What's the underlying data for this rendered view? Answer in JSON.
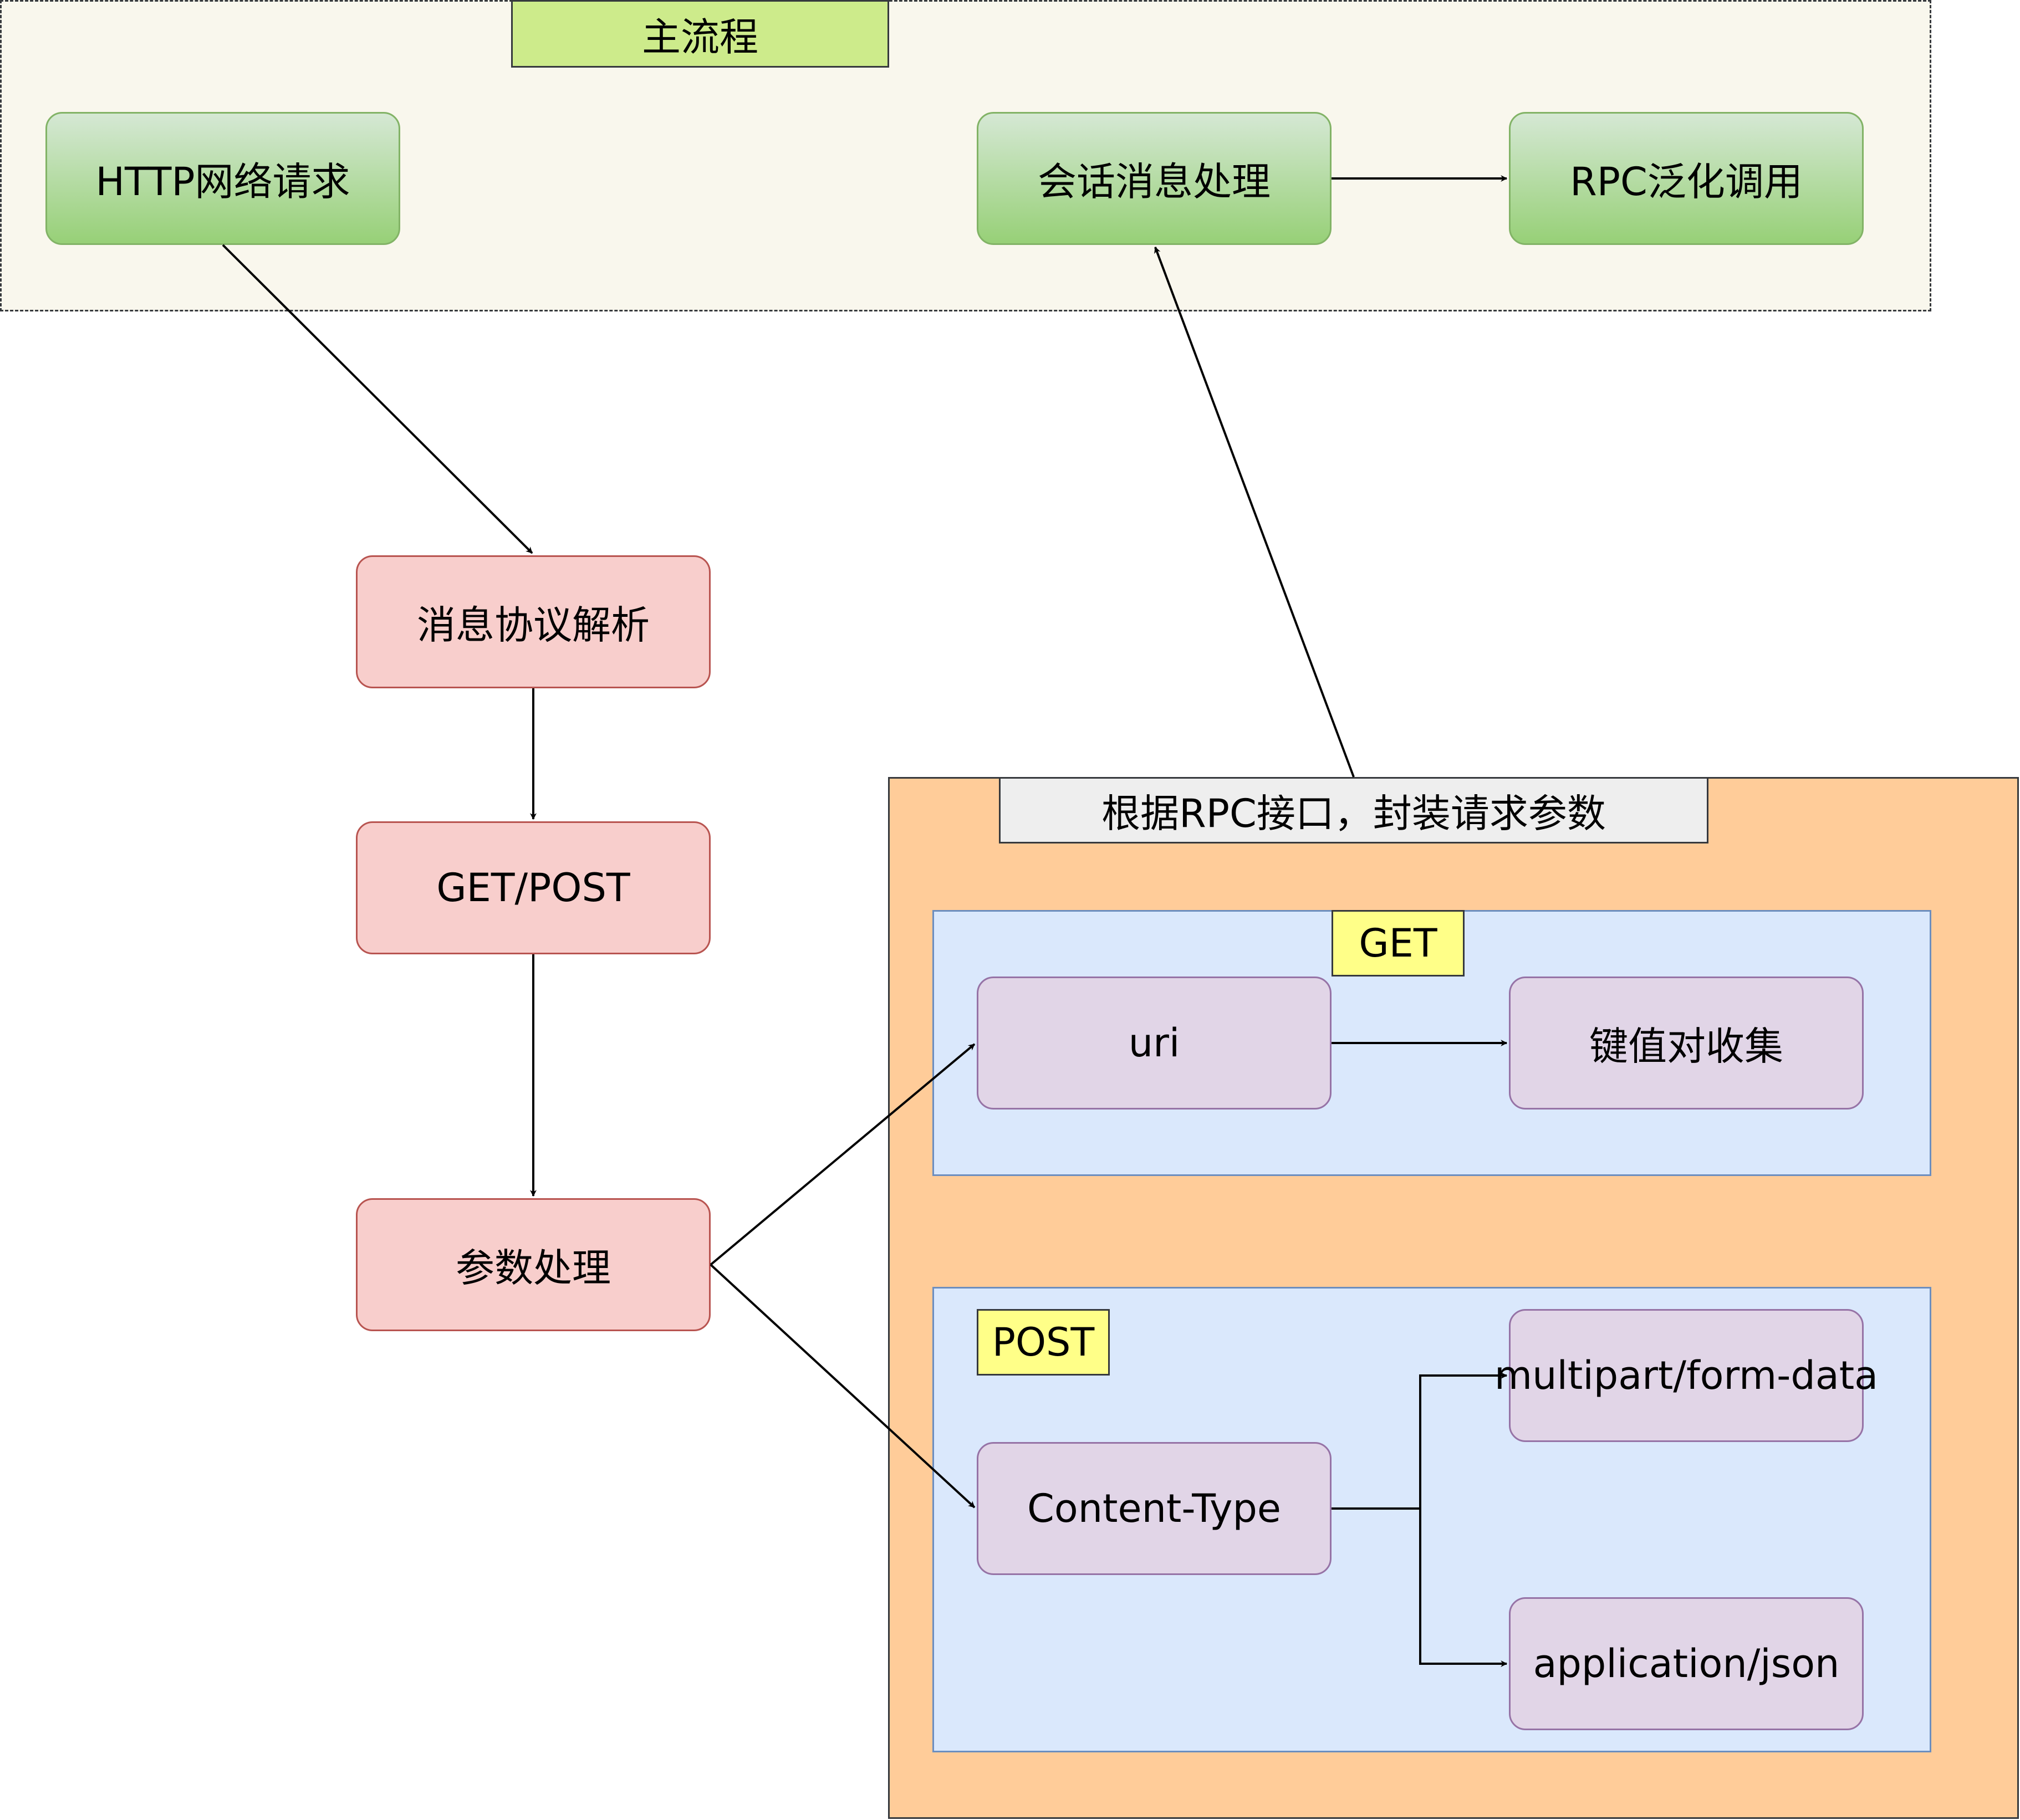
{
  "main_flow": {
    "title": "主流程",
    "http_request": "HTTP网络请求",
    "session_handling": "会话消息处理",
    "rpc_generic_call": "RPC泛化调用"
  },
  "parse_flow": {
    "protocol_parse": "消息协议解析",
    "get_post": "GET/POST",
    "param_handling": "参数处理"
  },
  "wrap_group": {
    "title": "根据RPC接口，封装请求参数",
    "get": {
      "tag": "GET",
      "uri": "uri",
      "kv_collect": "键值对收集"
    },
    "post": {
      "tag": "POST",
      "content_type": "Content-Type",
      "multipart": "multipart/form-data",
      "json": "application/json"
    }
  },
  "colors": {
    "main_flow_bg": "#f9f7ed",
    "main_flow_title": "#cdeb8b",
    "green_node": "#97d077",
    "red_node": "#f8cecc",
    "orange_group": "#ffcc99",
    "blue_group": "#dae8fc",
    "purple_node": "#e1d5e7",
    "yellow_tag": "#ffff88",
    "grey_tag": "#eeeeee"
  }
}
